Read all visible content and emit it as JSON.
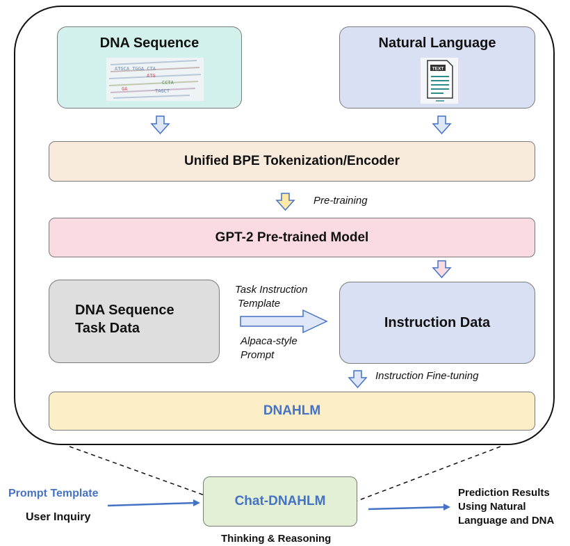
{
  "inputs": {
    "dna_sequence": "DNA Sequence",
    "natural_language": "Natural Language",
    "text_doc_icon_label": "TEXT"
  },
  "tokenizer_label": "Unified BPE Tokenization/Encoder",
  "pretraining_label": "Pre-training",
  "pretrained_model_label": "GPT-2 Pre-trained Model",
  "task_data": {
    "line1": "DNA Sequence",
    "line2": "Task Data"
  },
  "template_label": {
    "line1": "Task Instruction",
    "line2": "Template"
  },
  "prompt_label": {
    "line1": "Alpaca-style",
    "line2": "Prompt"
  },
  "instruction_data_label": "Instruction Data",
  "finetuning_label": "Instruction Fine-tuning",
  "model_name": "DNAHLM",
  "chat": {
    "name": "Chat-DNAHLM",
    "prompt_template": "Prompt Template",
    "user_inquiry": "User Inquiry",
    "thinking": "Thinking & Reasoning",
    "output": {
      "line1": "Prediction Results",
      "line2": "Using Natural",
      "line3": "Language and DNA"
    }
  },
  "colors": {
    "dna_box": "#d3f1ec",
    "nl_box": "#d9e0f4",
    "tokenizer": "#f8ebdc",
    "gpt2": "#f9dbe1",
    "task_data": "#dedede",
    "instruction": "#d9e0f4",
    "dnahlm": "#fcefc7",
    "chat": "#e4f0d5",
    "accent_blue": "#4472c4"
  },
  "icons": [
    "dna-sequence-image",
    "text-document-icon",
    "down-arrow-icon",
    "right-arrow-icon"
  ]
}
